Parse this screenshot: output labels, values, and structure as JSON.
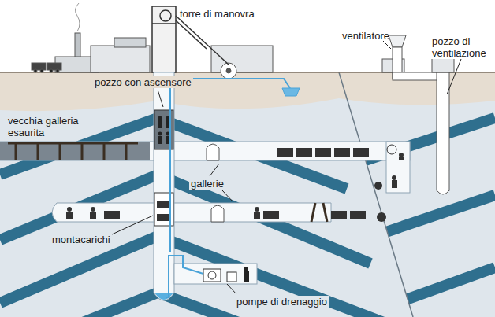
{
  "diagram": {
    "labels": [
      "torre di manovra",
      "ventilatore",
      "pozzo di ventilazione",
      "pozzo con ascensore",
      "vecchia galleria esaurita",
      "gallerie",
      "montacarichi",
      "pompe di drenaggio"
    ]
  }
}
